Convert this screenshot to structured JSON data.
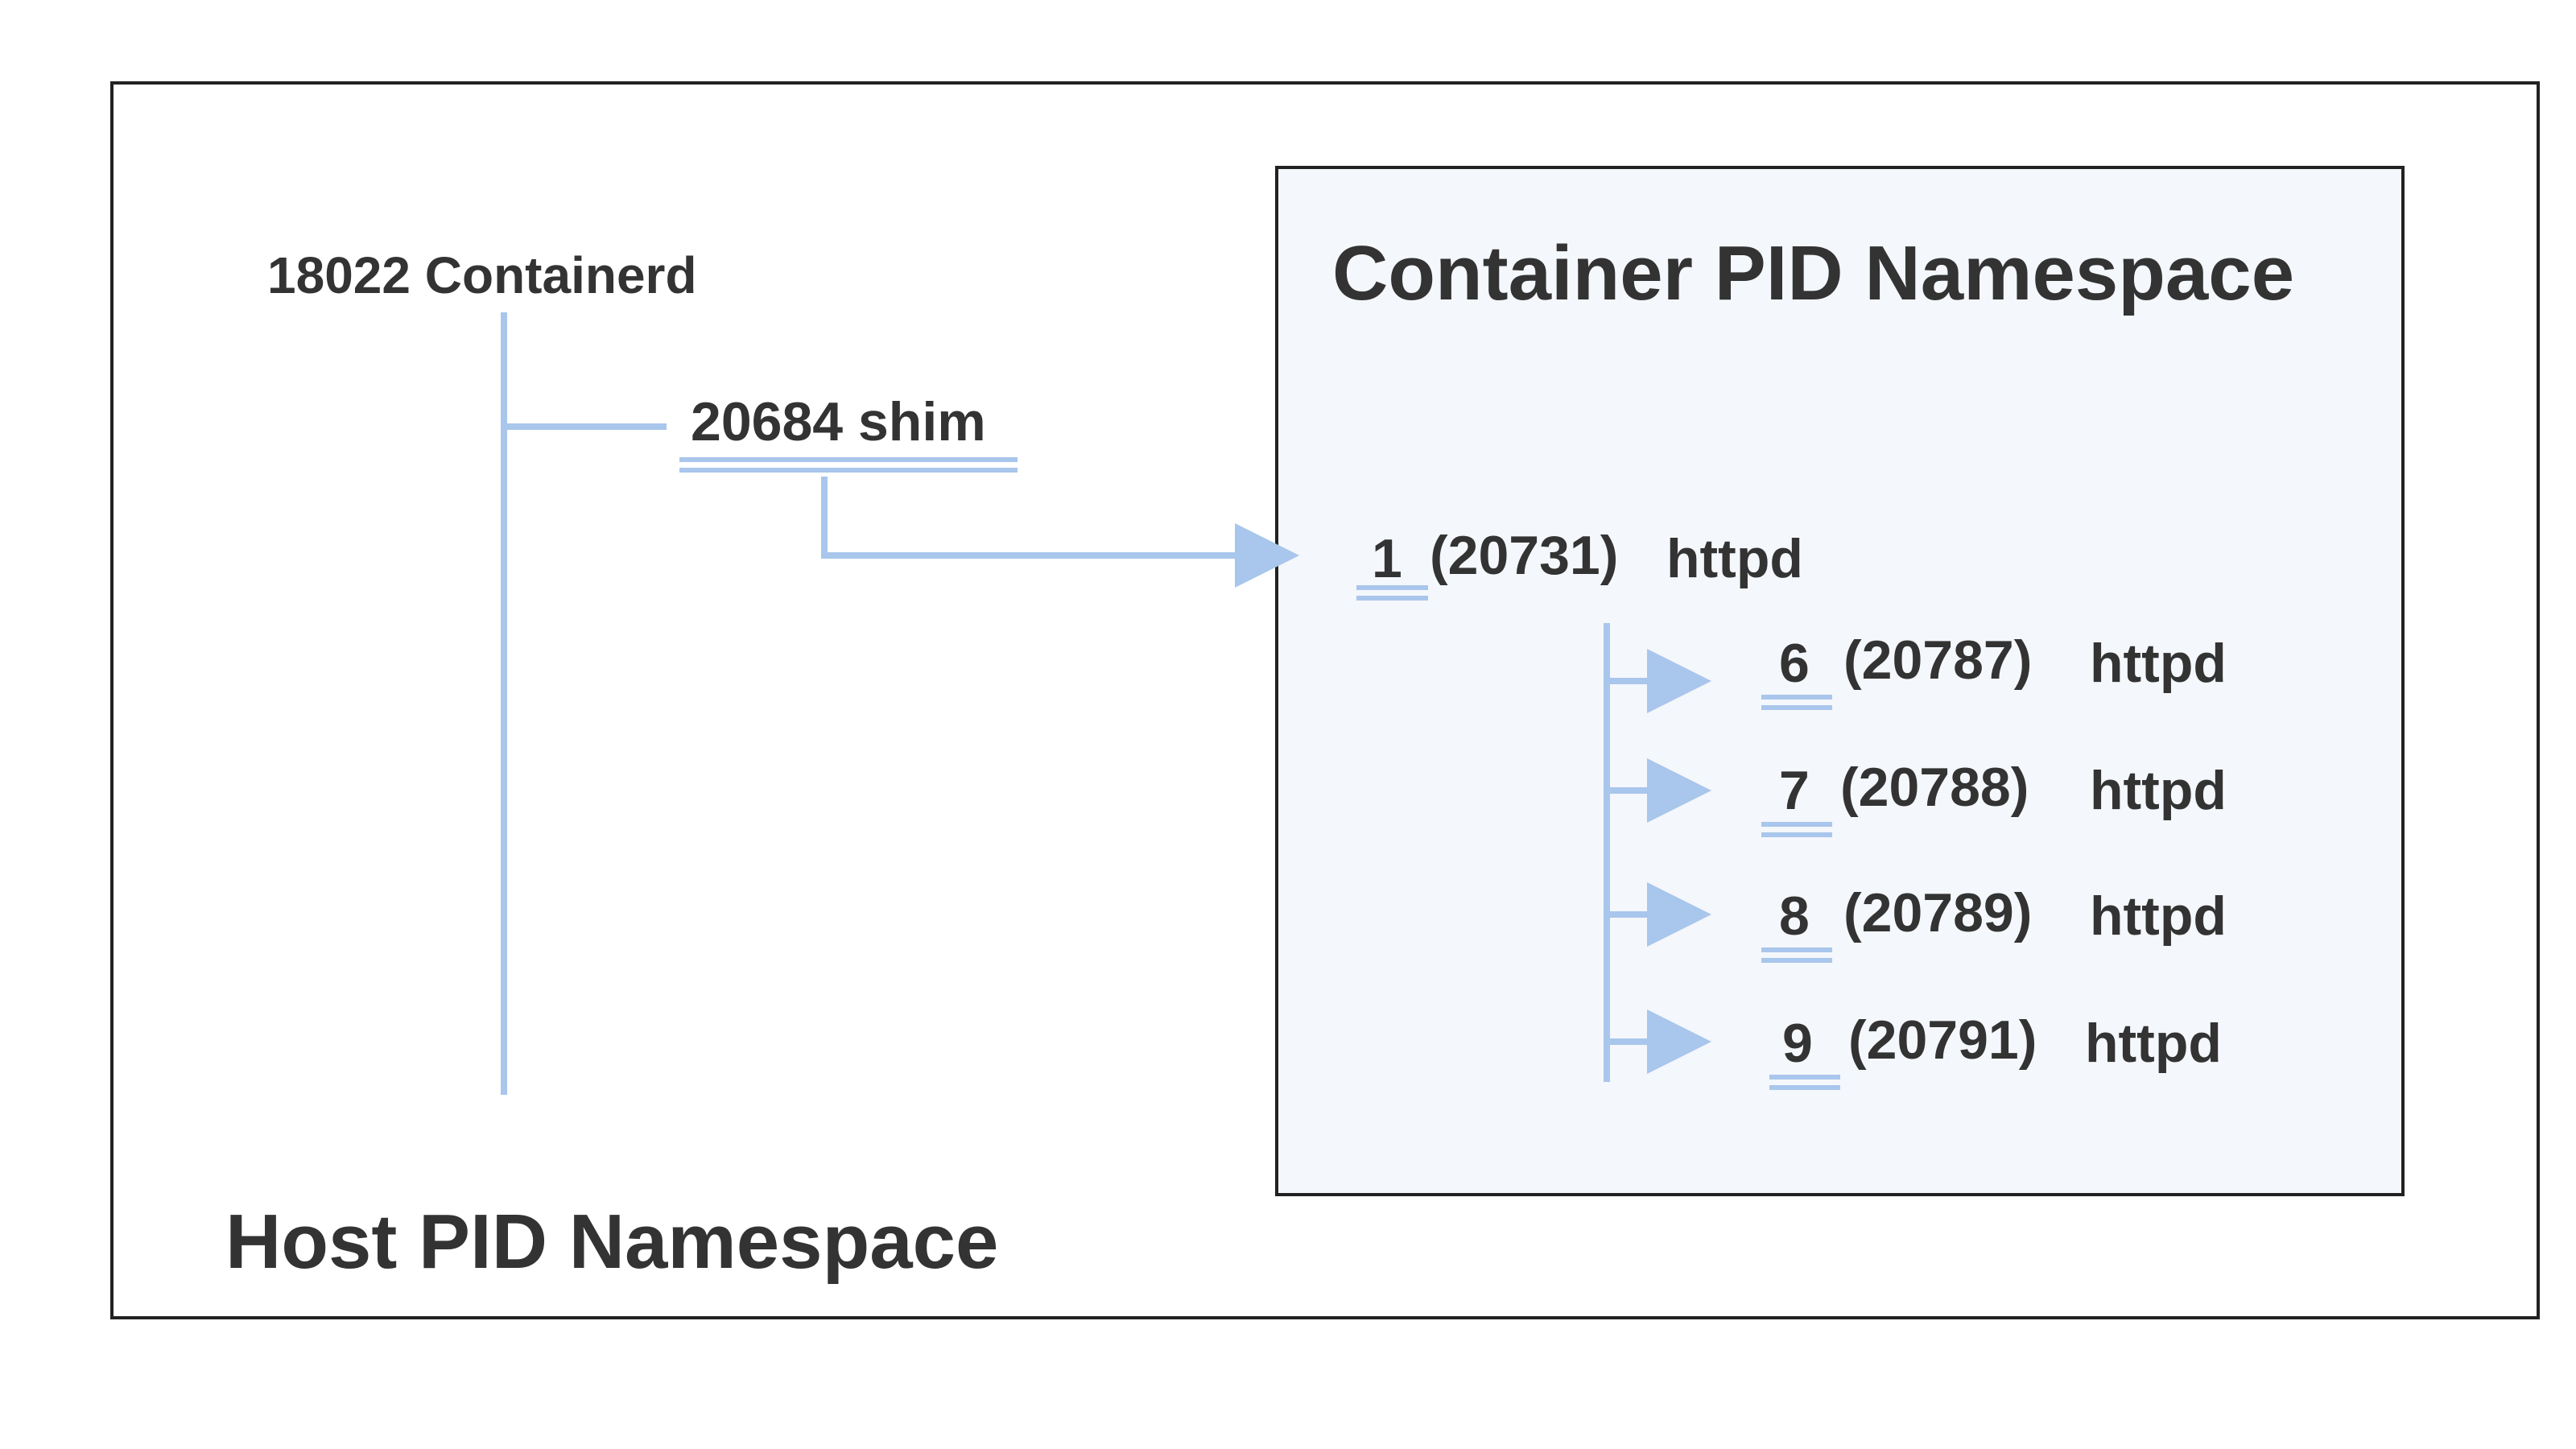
{
  "host_namespace": {
    "title": "Host PID Namespace",
    "containerd": "18022 Containerd",
    "shim": "20684 shim"
  },
  "container_namespace": {
    "title": "Container PID Namespace",
    "init_process": {
      "pid": "1",
      "host_pid": "(20731)",
      "name": "httpd"
    },
    "children": [
      {
        "pid": "6",
        "host_pid": "(20787)",
        "name": "httpd"
      },
      {
        "pid": "7",
        "host_pid": "(20788)",
        "name": "httpd"
      },
      {
        "pid": "8",
        "host_pid": "(20789)",
        "name": "httpd"
      },
      {
        "pid": "9",
        "host_pid": "(20791)",
        "name": "httpd"
      }
    ]
  },
  "colors": {
    "connector": "#a9c6ec",
    "border": "#222222",
    "container_fill": "#f4f7fb",
    "text": "#333333"
  }
}
